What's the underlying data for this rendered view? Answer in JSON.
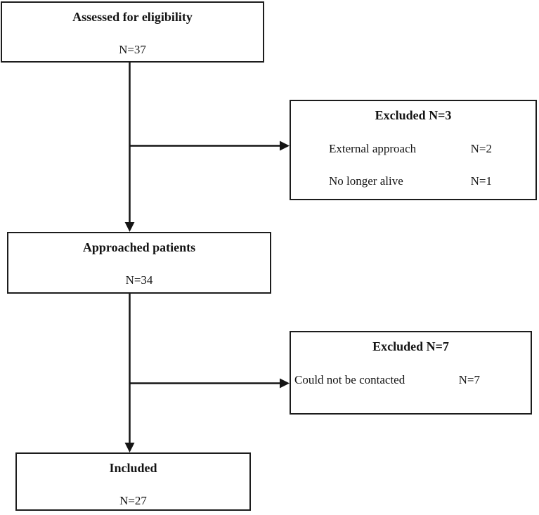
{
  "diagram": {
    "type": "flowchart",
    "description": "Patient eligibility and inclusion flow diagram",
    "nodes": {
      "assessed": {
        "title": "Assessed for eligibility",
        "value": "N=37"
      },
      "excluded1": {
        "title": "Excluded N=3",
        "rows": [
          {
            "label": "External approach",
            "value": "N=2"
          },
          {
            "label": "No longer alive",
            "value": "N=1"
          }
        ]
      },
      "approached": {
        "title": "Approached patients",
        "value": "N=34"
      },
      "excluded2": {
        "title": "Excluded N=7",
        "rows": [
          {
            "label": "Could not be contacted",
            "value": "N=7"
          }
        ]
      },
      "included": {
        "title": "Included",
        "value": "N=27"
      }
    },
    "edges": [
      {
        "from": "assessed",
        "to": "approached"
      },
      {
        "from": "assessed",
        "to": "excluded1"
      },
      {
        "from": "approached",
        "to": "included"
      },
      {
        "from": "approached",
        "to": "excluded2"
      }
    ],
    "colors": {
      "background": "#ffffff",
      "box_border": "#1c1c1c",
      "line": "#151515",
      "text": "#141414"
    }
  }
}
